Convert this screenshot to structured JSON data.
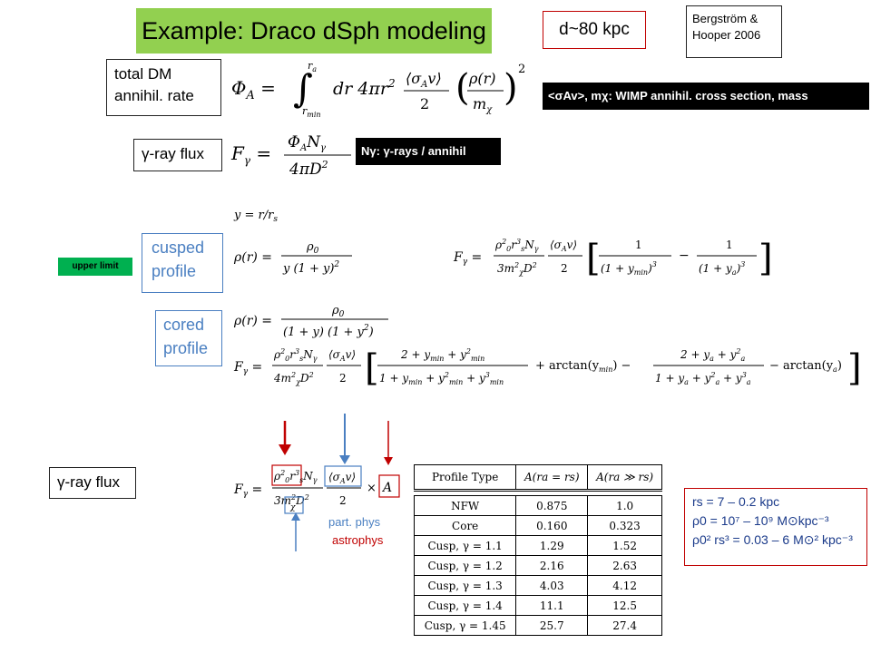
{
  "title": "Example: Draco dSph modeling",
  "distance_label": "d~80 kpc",
  "reference": [
    "Bergström &",
    "Hooper 2006"
  ],
  "labels": {
    "annihil_rate": [
      "total DM",
      "annihil. rate"
    ],
    "gamma_flux_1": "γ-ray flux",
    "gamma_flux_2": "γ-ray flux",
    "cusped": [
      "cusped",
      "profile"
    ],
    "cored": [
      "cored",
      "profile"
    ],
    "upper_limit": "upper limit",
    "part_phys": "part. phys",
    "astrophys": "astrophys"
  },
  "notes": {
    "wimp": "<σAv>, mχ: WIMP annihil. cross section, mass",
    "ngamma": "Nγ: γ-rays / annihil"
  },
  "equations": {
    "y_def": "y = r/rs"
  },
  "table": {
    "headers": [
      "Profile Type",
      "A(ra = rs)",
      "A(ra ≫ rs)"
    ],
    "rows": [
      [
        "NFW",
        "0.875",
        "1.0"
      ],
      [
        "Core",
        "0.160",
        "0.323"
      ],
      [
        "Cusp, γ = 1.1",
        "1.29",
        "1.52"
      ],
      [
        "Cusp, γ = 1.2",
        "2.16",
        "2.63"
      ],
      [
        "Cusp, γ = 1.3",
        "4.03",
        "4.12"
      ],
      [
        "Cusp, γ = 1.4",
        "11.1",
        "12.5"
      ],
      [
        "Cusp, γ = 1.45",
        "25.7",
        "27.4"
      ]
    ]
  },
  "params": {
    "rs": "rs = 7 – 0.2 kpc",
    "rho0": "ρ0 = 10⁷ – 10⁹ M⊙kpc⁻³",
    "rho0rs": "ρ0² rs³ = 0.03 – 6 M⊙² kpc⁻³"
  },
  "colors": {
    "title_bg": "#92d050",
    "accent_red": "#c00000",
    "accent_blue": "#4a7fc1",
    "upper_bg": "#00b050"
  }
}
